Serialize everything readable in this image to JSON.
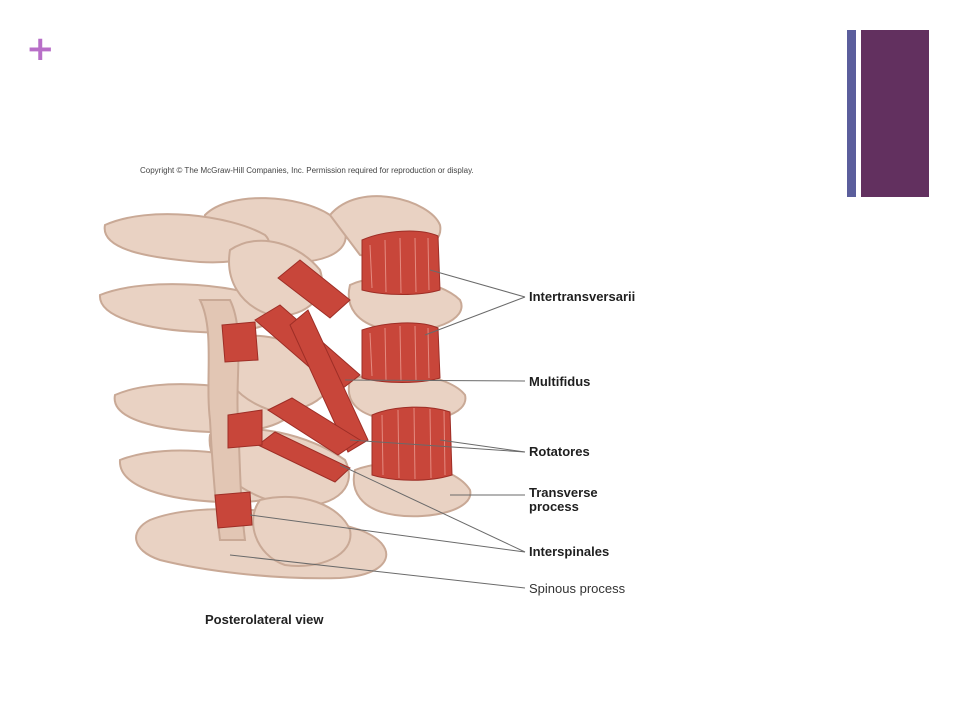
{
  "slide": {
    "plus_glyph": "+",
    "accent_color": "#b86fc8",
    "bar_colors": [
      "#5b5e9c",
      "#62305f"
    ]
  },
  "figure": {
    "copyright": "Copyright © The McGraw-Hill Companies, Inc. Permission required for reproduction or display.",
    "caption": "Posterolateral view",
    "labels": {
      "intertransversarii": "Intertransversarii",
      "multifidus": "Multifidus",
      "rotatores": "Rotatores",
      "transverse_process_line1": "Transverse",
      "transverse_process_line2": "process",
      "interspinales": "Interspinales",
      "spinous_process": "Spinous process"
    },
    "colors": {
      "bone": "#e9d2c3",
      "bone_shadow": "#c9a996",
      "muscle": "#c8463a",
      "muscle_dark": "#9e2e26"
    }
  }
}
